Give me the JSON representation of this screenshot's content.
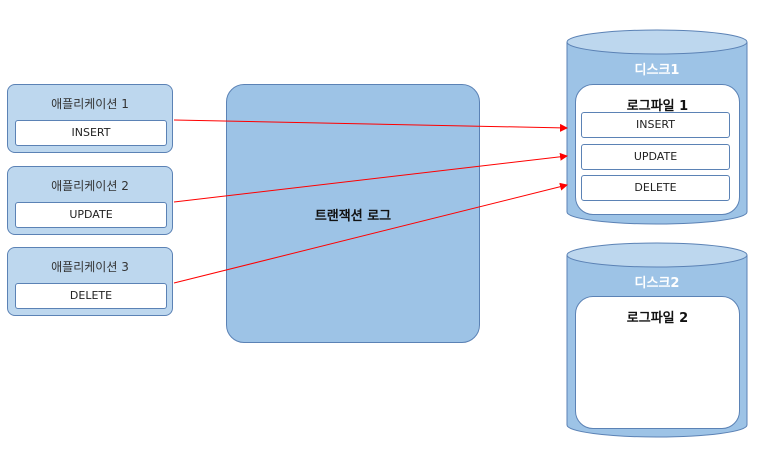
{
  "applications": [
    {
      "title": "애플리케이션 1",
      "operation": "INSERT"
    },
    {
      "title": "애플리케이션 2",
      "operation": "UPDATE"
    },
    {
      "title": "애플리케이션 3",
      "operation": "DELETE"
    }
  ],
  "transaction_log": {
    "label": "트랜잭션 로그"
  },
  "disks": [
    {
      "title": "디스크1",
      "logfile": {
        "title": "로그파일 1",
        "entries": [
          "INSERT",
          "UPDATE",
          "DELETE"
        ]
      }
    },
    {
      "title": "디스크2",
      "logfile": {
        "title": "로그파일 2",
        "entries": []
      }
    }
  ],
  "colors": {
    "arrow": "#ff0000",
    "disk_fill": "#9dc3e6",
    "box_fill": "#bdd7ee",
    "border": "#5b82b5"
  }
}
